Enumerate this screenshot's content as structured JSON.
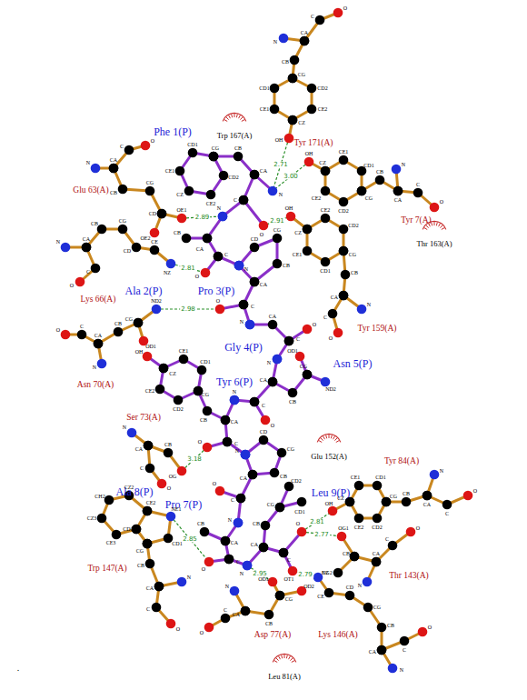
{
  "diagram": {
    "labels": [
      "Phe 1(P)",
      "Ala 2(P)",
      "Pro 3(P)",
      "Gly 4(P)",
      "Asn 5(P)",
      "Tyr 6(P)",
      "Ala 8(P)",
      "Pro 7(P)",
      "Leu 9(P)",
      "Glu 63(A)",
      "Lys 66(A)",
      "Asn 70(A)",
      "Ser 73(A)",
      "Trp 147(A)",
      "Asp 77(A)",
      "Lys 146(A)",
      "Thr 143(A)",
      "Tyr 84(A)",
      "Tyr 171(A)",
      "Tyr 7(A)",
      "Tyr 159(A)",
      "Trp 167(A)",
      "Thr 163(A)",
      "Glu 152(A)",
      "Leu 81(A)",
      ".",
      "2.71",
      "3.00",
      "2.89",
      "2.91",
      "2.81",
      "2.98",
      "3.18",
      "2.85",
      "2.95",
      "2.79",
      "2.81",
      "2.77",
      "N",
      "CA",
      "C",
      "O",
      "CB",
      "CG",
      "CD1",
      "CE1",
      "CZ",
      "CE2",
      "CD2",
      "OH",
      "OH",
      "CZ",
      "CE1",
      "CD1",
      "CG",
      "CD2",
      "CE2",
      "CB",
      "CA",
      "N",
      "C",
      "O",
      "OH",
      "CZ",
      "CE2",
      "CD2",
      "CG",
      "CD1",
      "CE1",
      "CB",
      "CA",
      "N",
      "C",
      "O",
      "N",
      "CA",
      "C",
      "O",
      "CB",
      "CG",
      "CD",
      "OE1",
      "OE2",
      "N",
      "CA",
      "CB",
      "CG",
      "CD",
      "CE",
      "NZ",
      "C",
      "O",
      "O",
      "C",
      "CA",
      "N",
      "CB",
      "CG",
      "ND2",
      "OD1",
      "N",
      "CA",
      "CB",
      "OG",
      "C",
      "O",
      "CG",
      "CD1",
      "NE1",
      "CE2",
      "CD2",
      "CE3",
      "CZ3",
      "CH2",
      "CZ2",
      "CB",
      "CA",
      "N",
      "C",
      "O",
      "N",
      "CA",
      "C",
      "O",
      "CB",
      "CG",
      "OD1",
      "OD2",
      "NZ",
      "CE",
      "CD",
      "CG",
      "CB",
      "CA",
      "N",
      "C",
      "O",
      "OG1",
      "CB",
      "CG2",
      "CA",
      "N",
      "C",
      "O",
      "OH",
      "CZ",
      "CE1",
      "CD1",
      "CG",
      "CD2",
      "CE2",
      "CB",
      "CA",
      "N",
      "C",
      "O",
      "CG",
      "CD1",
      "CE1",
      "CZ",
      "CE2",
      "CD2",
      "CB",
      "CA",
      "N",
      "C",
      "O",
      "N",
      "CA",
      "CB",
      "C",
      "O",
      "N",
      "CD",
      "CG",
      "CB",
      "CA",
      "C",
      "O",
      "N",
      "CA",
      "C",
      "O",
      "N",
      "CA",
      "CB",
      "CG",
      "OD1",
      "ND2",
      "C",
      "O",
      "N",
      "CA",
      "C",
      "O",
      "CB",
      "CG",
      "CD1",
      "CE1",
      "CZ",
      "CE2",
      "CD2",
      "OH",
      "N",
      "CD",
      "CG",
      "CB",
      "CA",
      "C",
      "O",
      "N",
      "CA",
      "CB",
      "C",
      "O",
      "N",
      "CA",
      "CB",
      "CG",
      "CD1",
      "CD2",
      "C",
      "O",
      "OT1"
    ]
  }
}
